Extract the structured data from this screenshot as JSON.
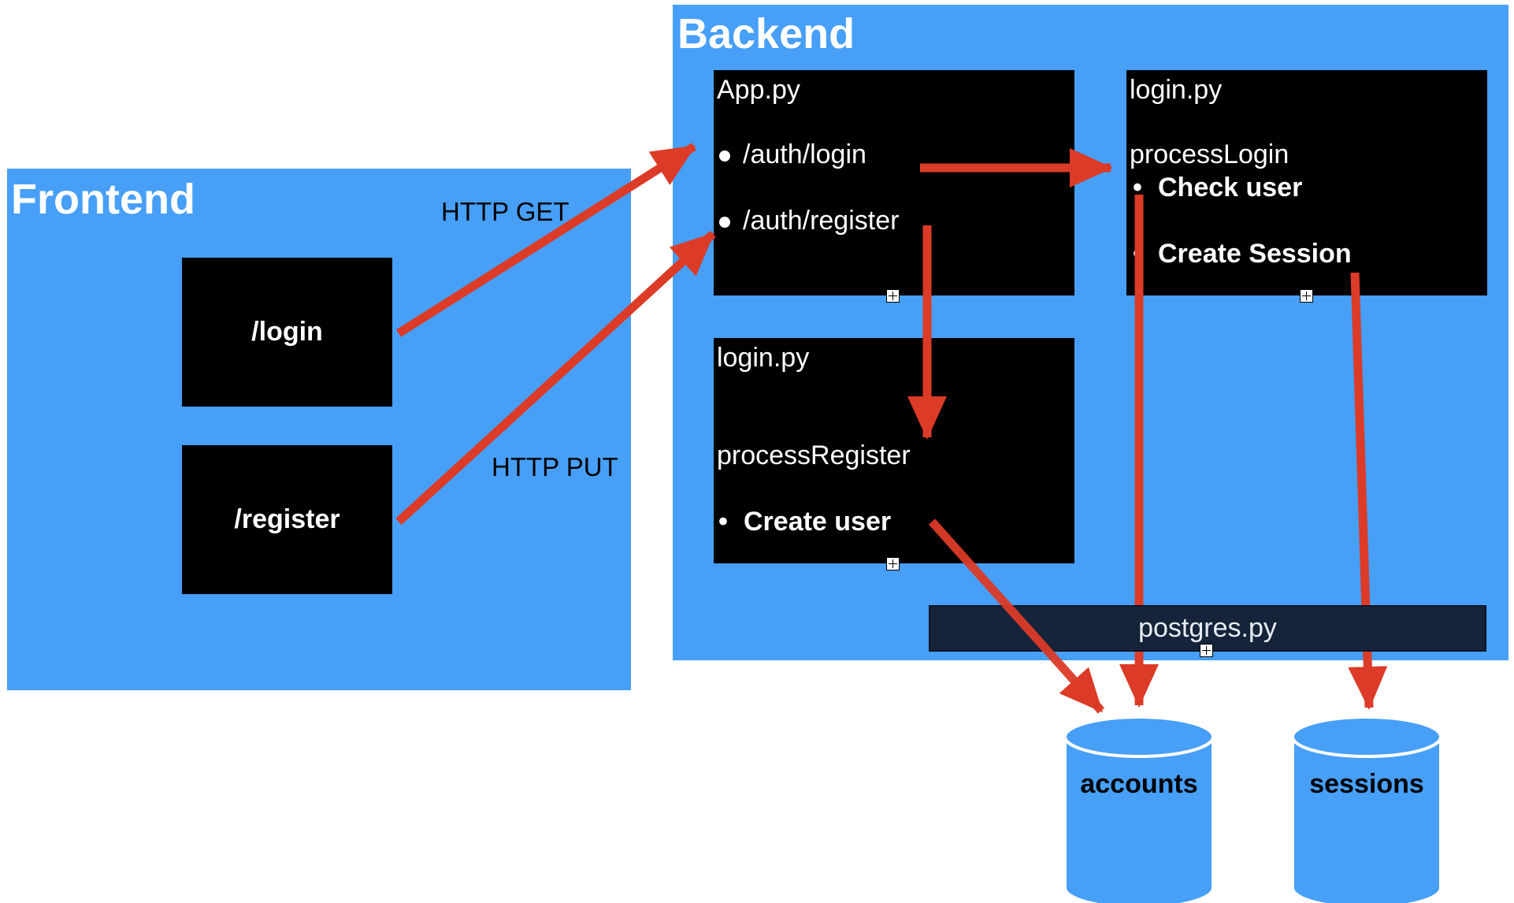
{
  "frontend": {
    "title": "Frontend",
    "routes": [
      "/login",
      "/register"
    ]
  },
  "backend": {
    "title": "Backend",
    "app_module": {
      "filename": "App.py",
      "endpoints": [
        "/auth/login",
        "/auth/register"
      ]
    },
    "login_module": {
      "filename": "login.py",
      "function": "processLogin",
      "steps": [
        "Check user",
        "Create Session"
      ]
    },
    "register_module": {
      "filename": "login.py",
      "function": "processRegister",
      "steps": [
        "Create user"
      ]
    },
    "db_module": "postgres.py"
  },
  "edges": {
    "get_label": "HTTP GET",
    "put_label": "HTTP PUT"
  },
  "databases": [
    "accounts",
    "sessions"
  ],
  "colors": {
    "pane": "#479ff8",
    "box": "#000000",
    "arrow": "#db3b27",
    "db_bar": "#15243a",
    "database": "#479ff8"
  }
}
